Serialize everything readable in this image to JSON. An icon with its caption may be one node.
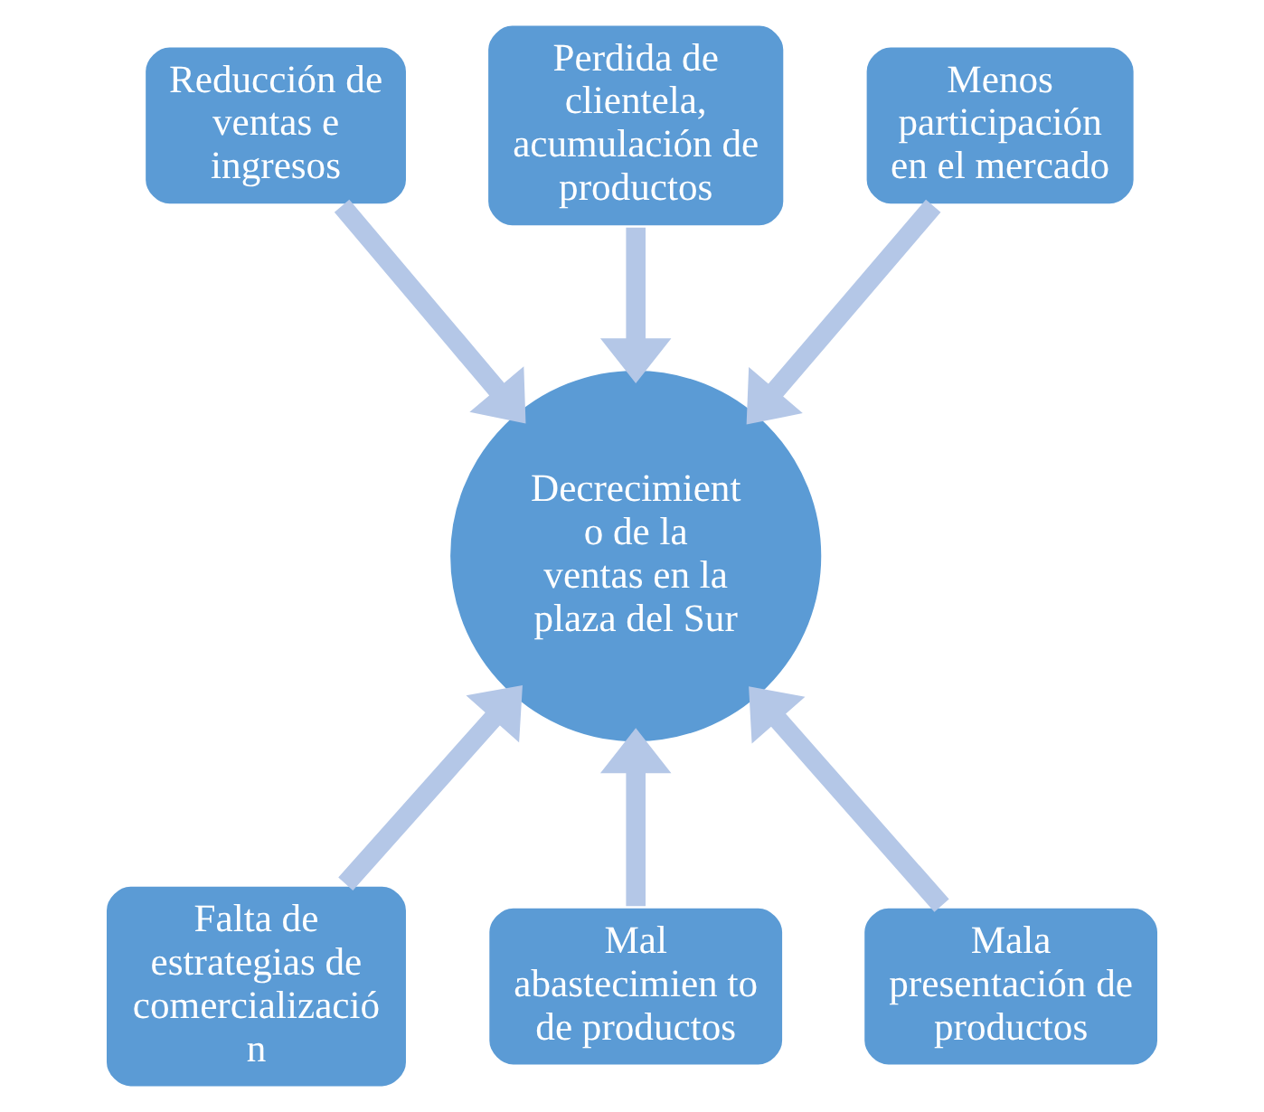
{
  "diagram": {
    "nodes": [
      {
        "text": [
          "Reducción de ventas e ingresos"
        ]
      },
      {
        "text": [
          "Perdida de clientela, acumulación de productos"
        ]
      },
      {
        "text": [
          "Menos participación en el mercado"
        ]
      },
      {
        "text": [
          "Decrecimient o de la ventas en la plaza del Sur"
        ]
      },
      {
        "text": [
          "Falta de estrategias de comercialización"
        ]
      },
      {
        "text": [
          "Mal abastecimien to de productos"
        ]
      },
      {
        "text": [
          "Mala presentación de productos"
        ]
      }
    ],
    "edges": [
      {
        "from": 0,
        "to": 3,
        "arrow": "to"
      },
      {
        "from": 1,
        "to": 3,
        "arrow": "to"
      },
      {
        "from": 2,
        "to": 3,
        "arrow": "to"
      },
      {
        "from": 4,
        "to": 3,
        "arrow": "to"
      },
      {
        "from": 5,
        "to": 3,
        "arrow": "to"
      },
      {
        "from": 6,
        "to": 3,
        "arrow": "to"
      }
    ]
  }
}
